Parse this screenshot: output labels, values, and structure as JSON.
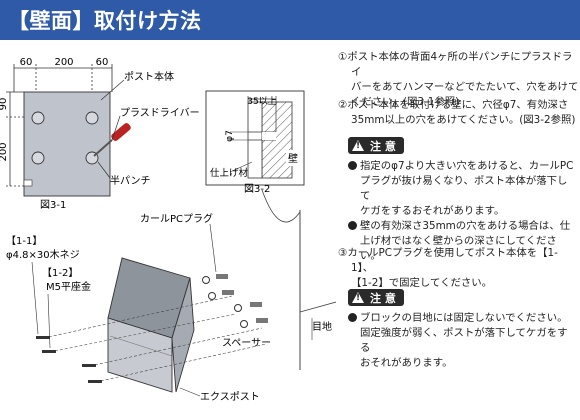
{
  "header": {
    "title": "【壁面】取付け方法"
  },
  "fig31": {
    "dim_top": [
      "60",
      "200",
      "60"
    ],
    "dim_left": [
      "90",
      "200"
    ],
    "label_post": "ポスト本体",
    "label_screwdriver": "プラスドライバー",
    "label_punch": "半パンチ",
    "caption": "図3-1"
  },
  "fig32": {
    "dim_depth": "35以上",
    "dim_dia": "φ7",
    "label_finish": "仕上げ材",
    "label_wall": "壁",
    "caption": "図3-2"
  },
  "assembly": {
    "label_plug": "カールPCプラグ",
    "part1_id": "【1-1】",
    "part1_name": "φ4.8×30木ネジ",
    "part2_id": "【1-2】",
    "part2_name": "M5平座金",
    "label_spacer": "スペーサー",
    "label_joint": "目地",
    "label_expost": "エクスポスト"
  },
  "steps": [
    [
      "①ポスト本体の背面4ヶ所の半パンチにプラスドライ",
      "バーをあてハンマーなどでたたいて、穴をあけて",
      "ください。(図3-1参照)"
    ],
    [
      "②ポスト本体を取付ける壁に、穴径φ7、有効深さ",
      "35mm以上の穴をあけてください。(図3-2参照)"
    ],
    [
      "③カールPCプラグを使用してポスト本体を【1-1】、",
      "【1-2】で固定してください。"
    ]
  ],
  "caution1": {
    "label": "注 意",
    "mark": "!",
    "items": [
      [
        "指定のφ7より大きい穴をあけると、カールPC",
        "プラグが抜け易くなり、ポスト本体が落下して",
        "ケガをするおそれがあります。"
      ],
      [
        "壁の有効深さ35mmの穴をあける場合は、仕",
        "上げ材ではなく壁からの深さにしてください。"
      ]
    ]
  },
  "caution2": {
    "label": "注 意",
    "mark": "!",
    "items": [
      [
        "ブロックの目地には固定しないでください。",
        "固定強度が弱く、ポストが落下してケガをする",
        "おそれがあります。"
      ]
    ]
  },
  "colors": {
    "header_bg": "#2f5aa8",
    "header_text": "#ffffff",
    "panel": "#bfc4cc",
    "badge": "#2a2a2a"
  }
}
